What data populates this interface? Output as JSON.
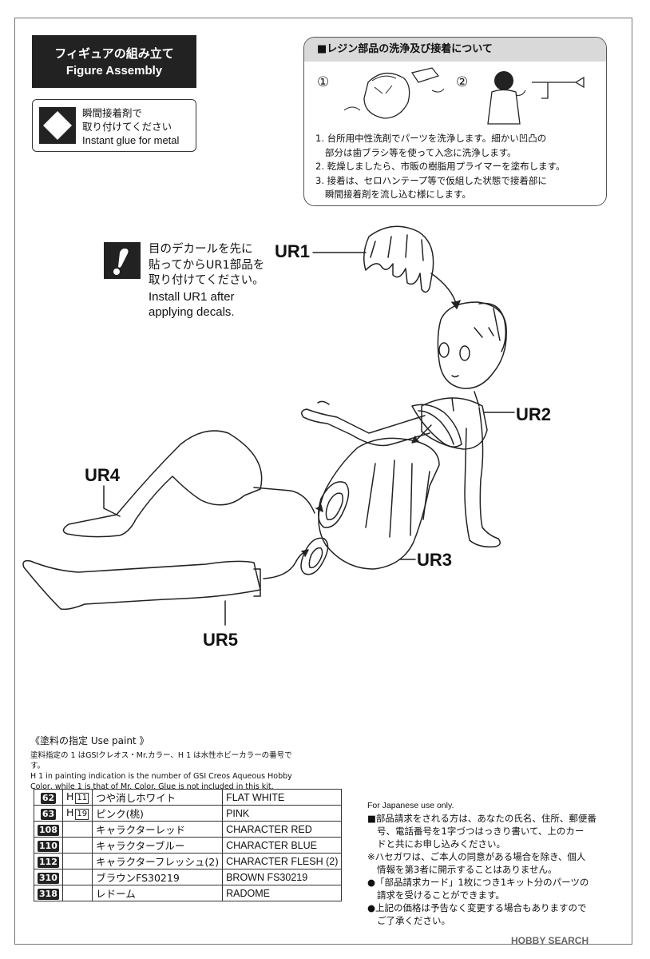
{
  "header": {
    "title_jp": "フィギュアの組み立て",
    "title_en": "Figure Assembly"
  },
  "glue": {
    "line1": "瞬間接着剤で",
    "line2": "取り付けてください",
    "line3": "Instant glue for metal",
    "icon": "glue-diamond-icon"
  },
  "resin": {
    "heading": "■レジン部品の洗浄及び接着について",
    "step1_num": "①",
    "step2_num": "②",
    "steps": [
      "1. 台所用中性洗剤でパーツを洗浄します。細かい凹凸の",
      "部分は歯ブラシ等を使って入念に洗浄します。",
      "2. 乾燥しましたら、市販の樹脂用プライマーを塗布します。",
      "3. 接着は、セロハンテープ等で仮組した状態で接着部に",
      "瞬間接着剤を流し込む様にします。"
    ]
  },
  "decal_note": {
    "line1": "目のデカールを先に",
    "line2": "貼ってからUR1部品を",
    "line3": "取り付けてください。",
    "en1": "Install UR1 after",
    "en2": "applying decals.",
    "icon": "caution-icon"
  },
  "parts": {
    "ur1": "UR1",
    "ur2": "UR2",
    "ur3": "UR3",
    "ur4": "UR4",
    "ur5": "UR5"
  },
  "paint": {
    "title": "《塗料の指定 Use paint 》",
    "note1": "塗料指定の 1 はGSIクレオス・Mr.カラー、H 1 は水性ホビーカラーの番号です。",
    "note2": "H 1 in painting indication is the number of GSI Creos Aqueous Hobby",
    "note3": "Color, while 1 is that of Mr. Color. Glue is not included in this kit.",
    "rows": [
      {
        "code": "62",
        "h": "H",
        "hnum": "11",
        "jp": "つや消しホワイト",
        "en": "FLAT WHITE"
      },
      {
        "code": "63",
        "h": "H",
        "hnum": "19",
        "jp": "ピンク(桃)",
        "en": "PINK"
      },
      {
        "code": "108",
        "h": "",
        "hnum": "",
        "jp": "キャラクターレッド",
        "en": "CHARACTER RED"
      },
      {
        "code": "110",
        "h": "",
        "hnum": "",
        "jp": "キャラクターブルー",
        "en": "CHARACTER BLUE"
      },
      {
        "code": "112",
        "h": "",
        "hnum": "",
        "jp": "キャラクターフレッシュ(2)",
        "en": "CHARACTER FLESH (2)"
      },
      {
        "code": "310",
        "h": "",
        "hnum": "",
        "jp": "ブラウンFS30219",
        "en": "BROWN FS30219"
      },
      {
        "code": "318",
        "h": "",
        "hnum": "",
        "jp": "レドーム",
        "en": "RADOME"
      }
    ]
  },
  "jp_use": {
    "head": "For Japanese use only.",
    "lines": [
      "■部品請求をされる方は、あなたの氏名、住所、郵便番",
      "号、電話番号を1字づつはっきり書いて、上のカー",
      "ドと共にお申し込みください。",
      "※ハセガワは、ご本人の同意がある場合を除き、個人",
      "情報を第3者に開示することはありません。",
      "●「部品請求カード」1枚につき1キット分のパーツの",
      "請求を受けることができます。",
      "●上記の価格は予告なく変更する場合もありますので",
      "ご了承ください。"
    ]
  },
  "watermark": "HOBBY SEARCH"
}
